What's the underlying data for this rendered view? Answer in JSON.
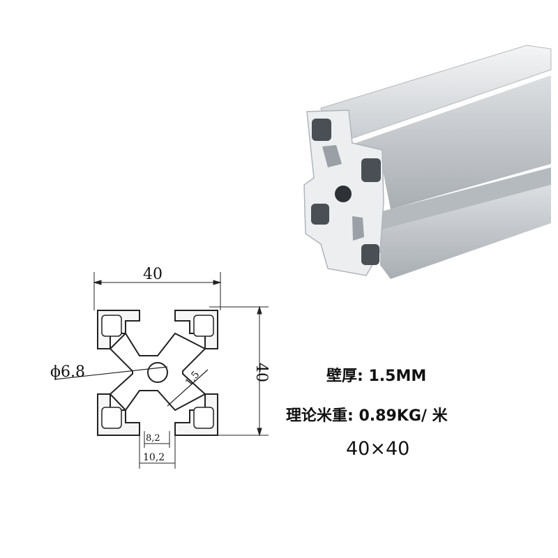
{
  "specs": {
    "wall_thickness_label": "壁厚:",
    "wall_thickness_value": "1.5MM",
    "weight_label": "理论米重:",
    "weight_value": "0.89KG/ 米",
    "size": "40×40"
  },
  "drawing": {
    "width_dim": "40",
    "height_dim": "40",
    "hole_dim": "ϕ6.8",
    "wall_dim": "1,5",
    "slot_inner_dim": "8,2",
    "slot_outer_dim": "10,2"
  },
  "colors": {
    "profile_light": "#e9ebed",
    "profile_mid": "#c4c8cc",
    "profile_dark": "#8e949a",
    "line": "#222222"
  }
}
